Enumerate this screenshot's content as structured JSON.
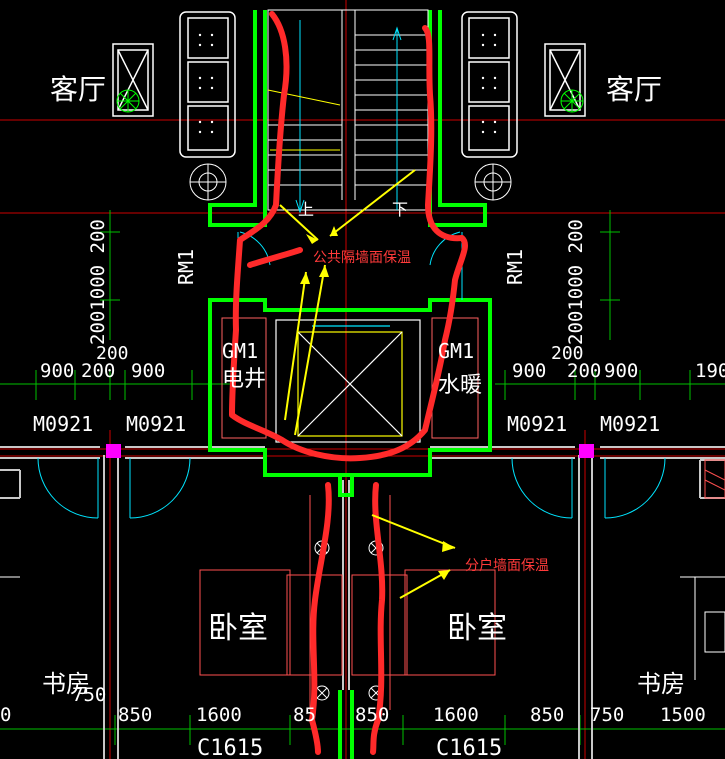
{
  "rooms": {
    "living_left": "客厅",
    "living_right": "客厅",
    "bedroom_left": "卧室",
    "bedroom_right": "卧室",
    "study_left": "书房",
    "study_right": "书房",
    "elec_shaft": "电井",
    "water_shaft": "水暖"
  },
  "stairs": {
    "up": "上",
    "down": "下"
  },
  "tags": {
    "rm1_left": "RM1",
    "rm1_right": "RM1",
    "gm1_left": "GM1",
    "gm1_right": "GM1",
    "door_1": "M0921",
    "door_2": "M0921",
    "door_3": "M0921",
    "door_4": "M0921",
    "window_left": "C1615",
    "window_right": "C1615"
  },
  "dimensions": {
    "vert_left": "2001000 200",
    "vert_right": "2001000 200",
    "under_left": "200",
    "under_right": "200",
    "top_left_1": "900",
    "top_left_2": "200",
    "top_left_3": "900",
    "top_right_1": "900",
    "top_right_2": "200",
    "top_right_3": "900",
    "top_right_4": "190",
    "bottom_0": "0",
    "bottom_750_left": "750",
    "bottom_850_a": "850",
    "bottom_1600_a": "1600",
    "bottom_85": "85",
    "bottom_850_b": "850",
    "bottom_1600_b": "1600",
    "bottom_850_c": "850",
    "bottom_750_right": "750",
    "bottom_1500": "1500"
  },
  "annotations": {
    "public_wall": "公共隔墙面保温",
    "household_wall": "分户墙面保温"
  },
  "colors": {
    "background": "#000000",
    "wall": "#00ff00",
    "dim": "#00c000",
    "axis": "#d00000",
    "highlight": "#ff2a2a",
    "arrow": "#ffff00",
    "cyan": "#00e5ff",
    "column": "#ff00ff"
  }
}
